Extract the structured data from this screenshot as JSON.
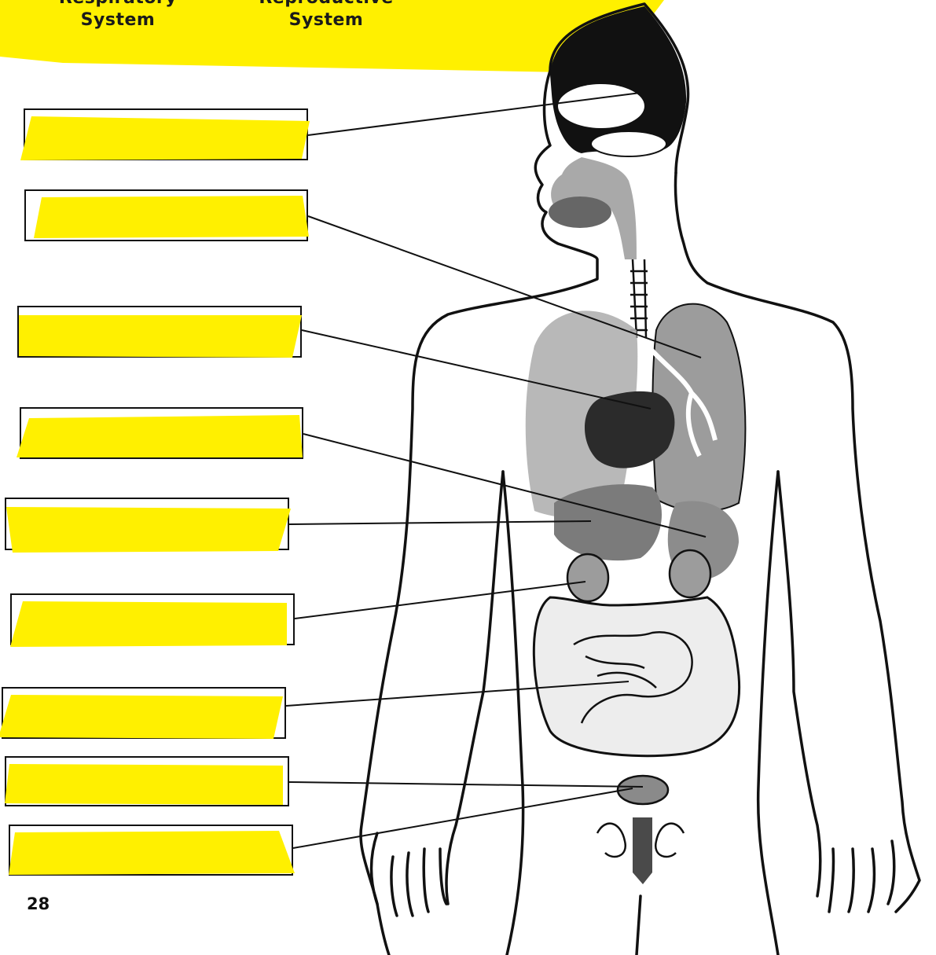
{
  "header": {
    "tab1": {
      "line1": "Respiratory",
      "line2": "System"
    },
    "tab2": {
      "line1": "Reproductive",
      "line2": "System"
    },
    "highlight_color": "#fff000"
  },
  "label_boxes": [
    {
      "id": "brain",
      "value": ""
    },
    {
      "id": "mouth",
      "value": ""
    },
    {
      "id": "lung",
      "value": ""
    },
    {
      "id": "heart",
      "value": ""
    },
    {
      "id": "liver",
      "value": ""
    },
    {
      "id": "kidney",
      "value": ""
    },
    {
      "id": "intestines",
      "value": ""
    },
    {
      "id": "bladder",
      "value": ""
    },
    {
      "id": "genitals",
      "value": ""
    }
  ],
  "page_number": "28",
  "colors": {
    "highlight": "#fff000",
    "ink": "#111111",
    "organ_gray": "#8a8a8a"
  }
}
